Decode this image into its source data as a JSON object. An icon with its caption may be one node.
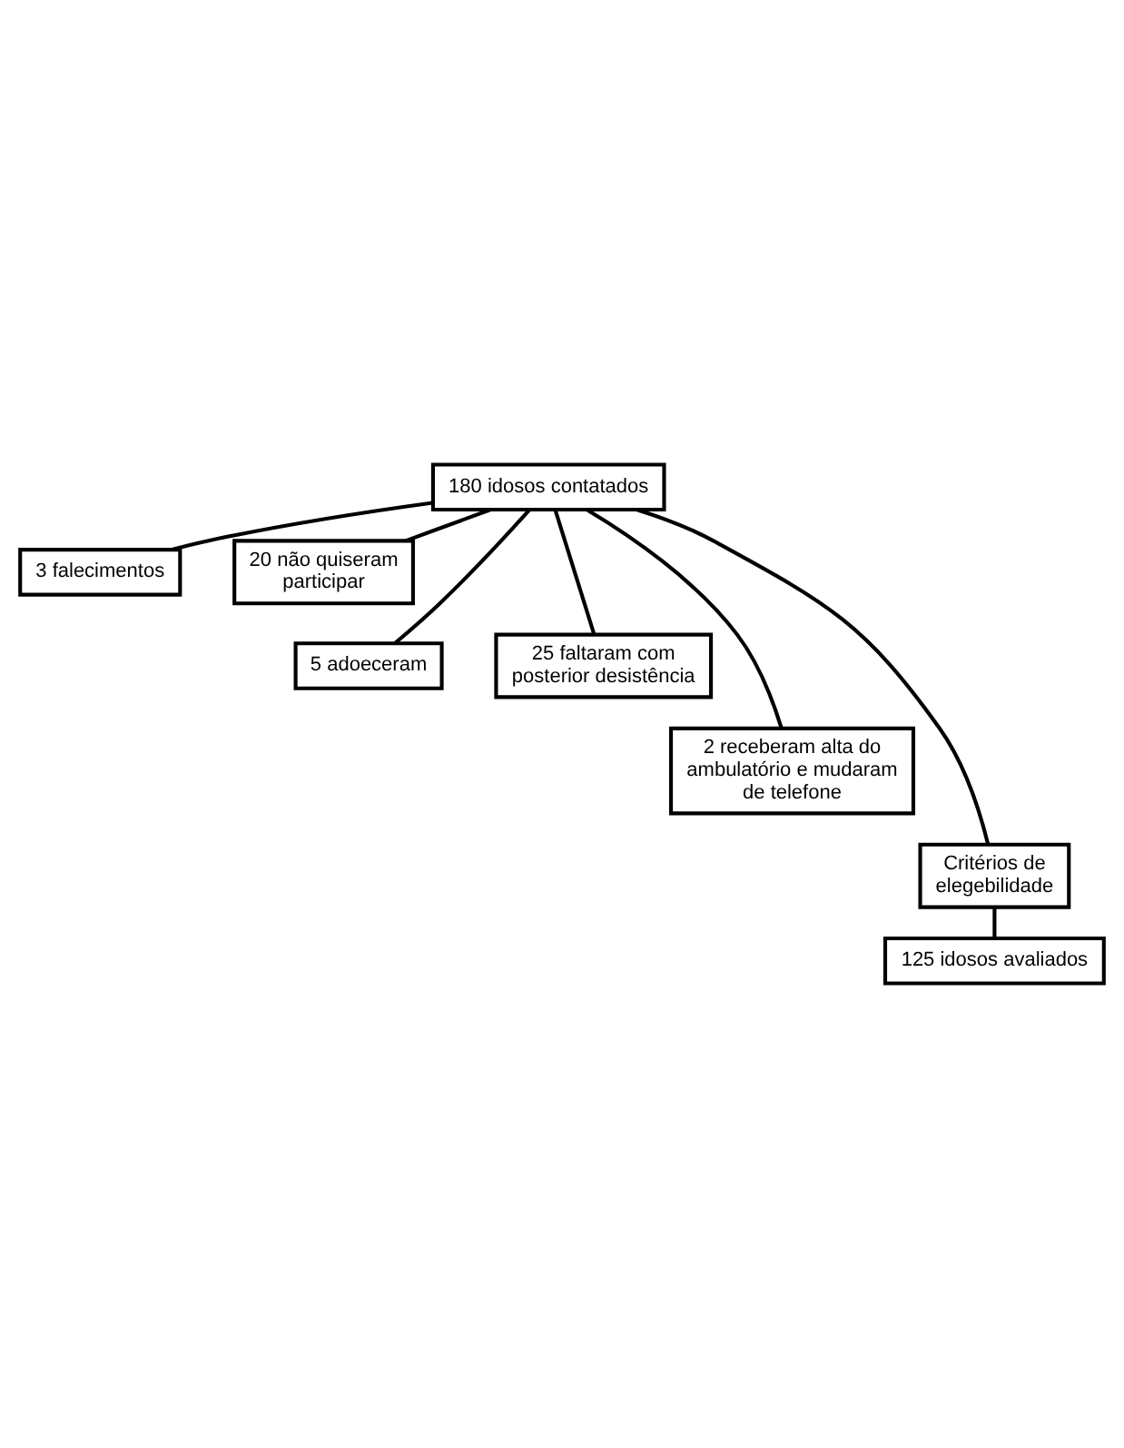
{
  "diagram": {
    "nodes": [
      {
        "text": [
          "180 idosos contatados"
        ]
      },
      {
        "text": [
          "3 falecimentos"
        ]
      },
      {
        "text": [
          "20 não quiseram participar"
        ]
      },
      {
        "text": [
          "5 adoeceram"
        ]
      },
      {
        "text": [
          "25 faltaram com posterior desistência"
        ]
      },
      {
        "text": [
          "2 receberam alta do ambulatório e mudaram de telefone"
        ]
      },
      {
        "text": [
          "Critérios de elegebilidade"
        ]
      },
      {
        "text": [
          "125 idosos avaliados"
        ]
      }
    ],
    "edges": [
      {
        "from": 0,
        "to": 1,
        "arrow": "none"
      },
      {
        "from": 0,
        "to": 2,
        "arrow": "none"
      },
      {
        "from": 0,
        "to": 3,
        "arrow": "none"
      },
      {
        "from": 0,
        "to": 4,
        "arrow": "none"
      },
      {
        "from": 0,
        "to": 5,
        "arrow": "none"
      },
      {
        "from": 0,
        "to": 6,
        "arrow": "none"
      },
      {
        "from": 6,
        "to": 7,
        "arrow": "none"
      }
    ]
  }
}
